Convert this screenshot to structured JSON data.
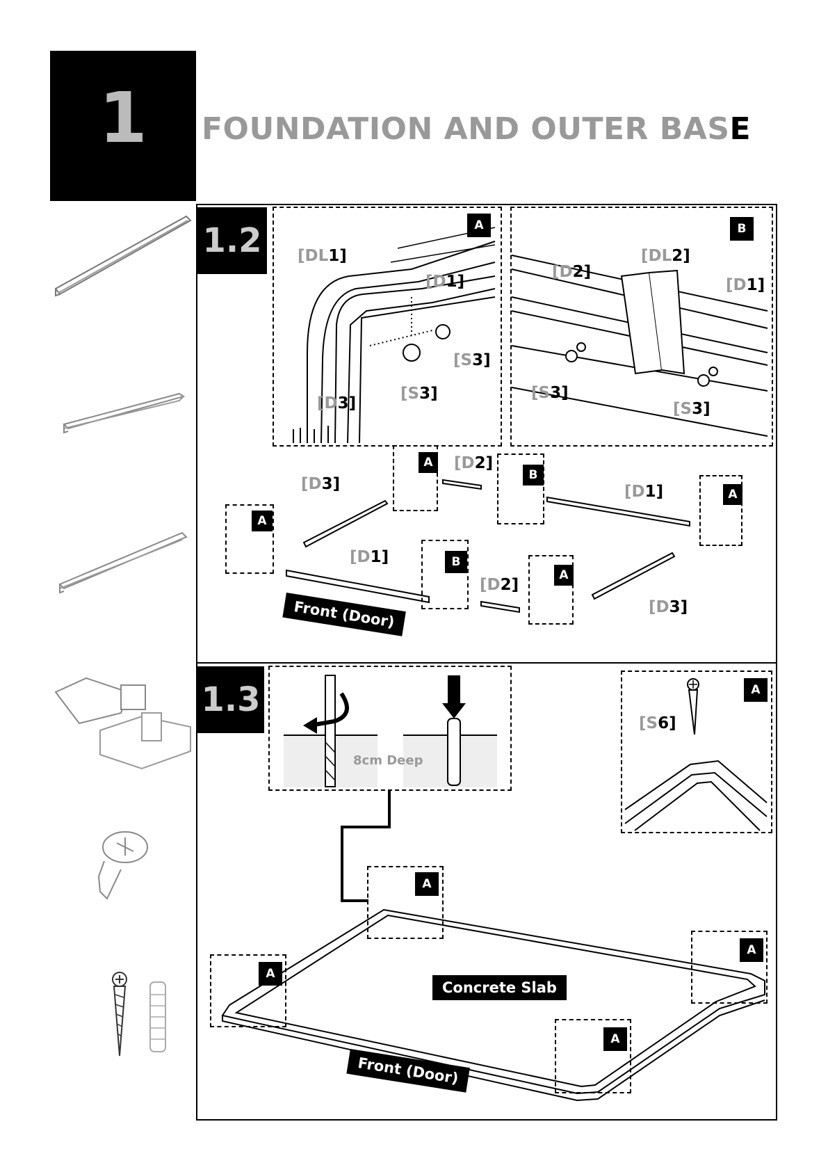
{
  "step": {
    "number": "1",
    "title_main": "FOUNDATION AND OUTER BAS",
    "title_tail": "E"
  },
  "section_12": {
    "badge": "1.2",
    "detail_a": {
      "tag": "A",
      "labels": {
        "dl1_a": "[DL",
        "dl1_b": "1]",
        "d1_a": "[D",
        "d1_b": "1]",
        "s3a_a": "[S",
        "s3a_b": "3]",
        "s3b_a": "[S",
        "s3b_b": "3]",
        "d3_a": "[D",
        "d3_b": "3]"
      }
    },
    "detail_b": {
      "tag": "B",
      "labels": {
        "d2_a": "[D",
        "d2_b": "2]",
        "dl2_a": "[DL",
        "dl2_b": "2]",
        "d1_a": "[D",
        "d1_b": "1]",
        "s3a_a": "[S",
        "s3a_b": "3]",
        "s3b_a": "[S",
        "s3b_b": "3]"
      }
    },
    "exploded": {
      "tags": [
        "A",
        "B",
        "A",
        "A",
        "B",
        "A"
      ],
      "labels": {
        "d3_top_a": "[D",
        "d3_top_b": "3]",
        "d2_top_a": "[D",
        "d2_top_b": "2]",
        "d1_right_a": "[D",
        "d1_right_b": "1]",
        "d1_front_a": "[D",
        "d1_front_b": "1]",
        "d2_bot_a": "[D",
        "d2_bot_b": "2]",
        "d3_bot_a": "[D",
        "d3_bot_b": "3]"
      },
      "front_label": "Front (Door)"
    }
  },
  "section_13": {
    "badge": "1.3",
    "drill": {
      "depth_label": "8cm Deep"
    },
    "detail_screw": {
      "tag": "A",
      "label_a": "[S",
      "label_b": "6]"
    },
    "corner_tags": [
      "A",
      "A",
      "A",
      "A"
    ],
    "slab_label": "Concrete Slab",
    "front_label": "Front (Door)"
  }
}
